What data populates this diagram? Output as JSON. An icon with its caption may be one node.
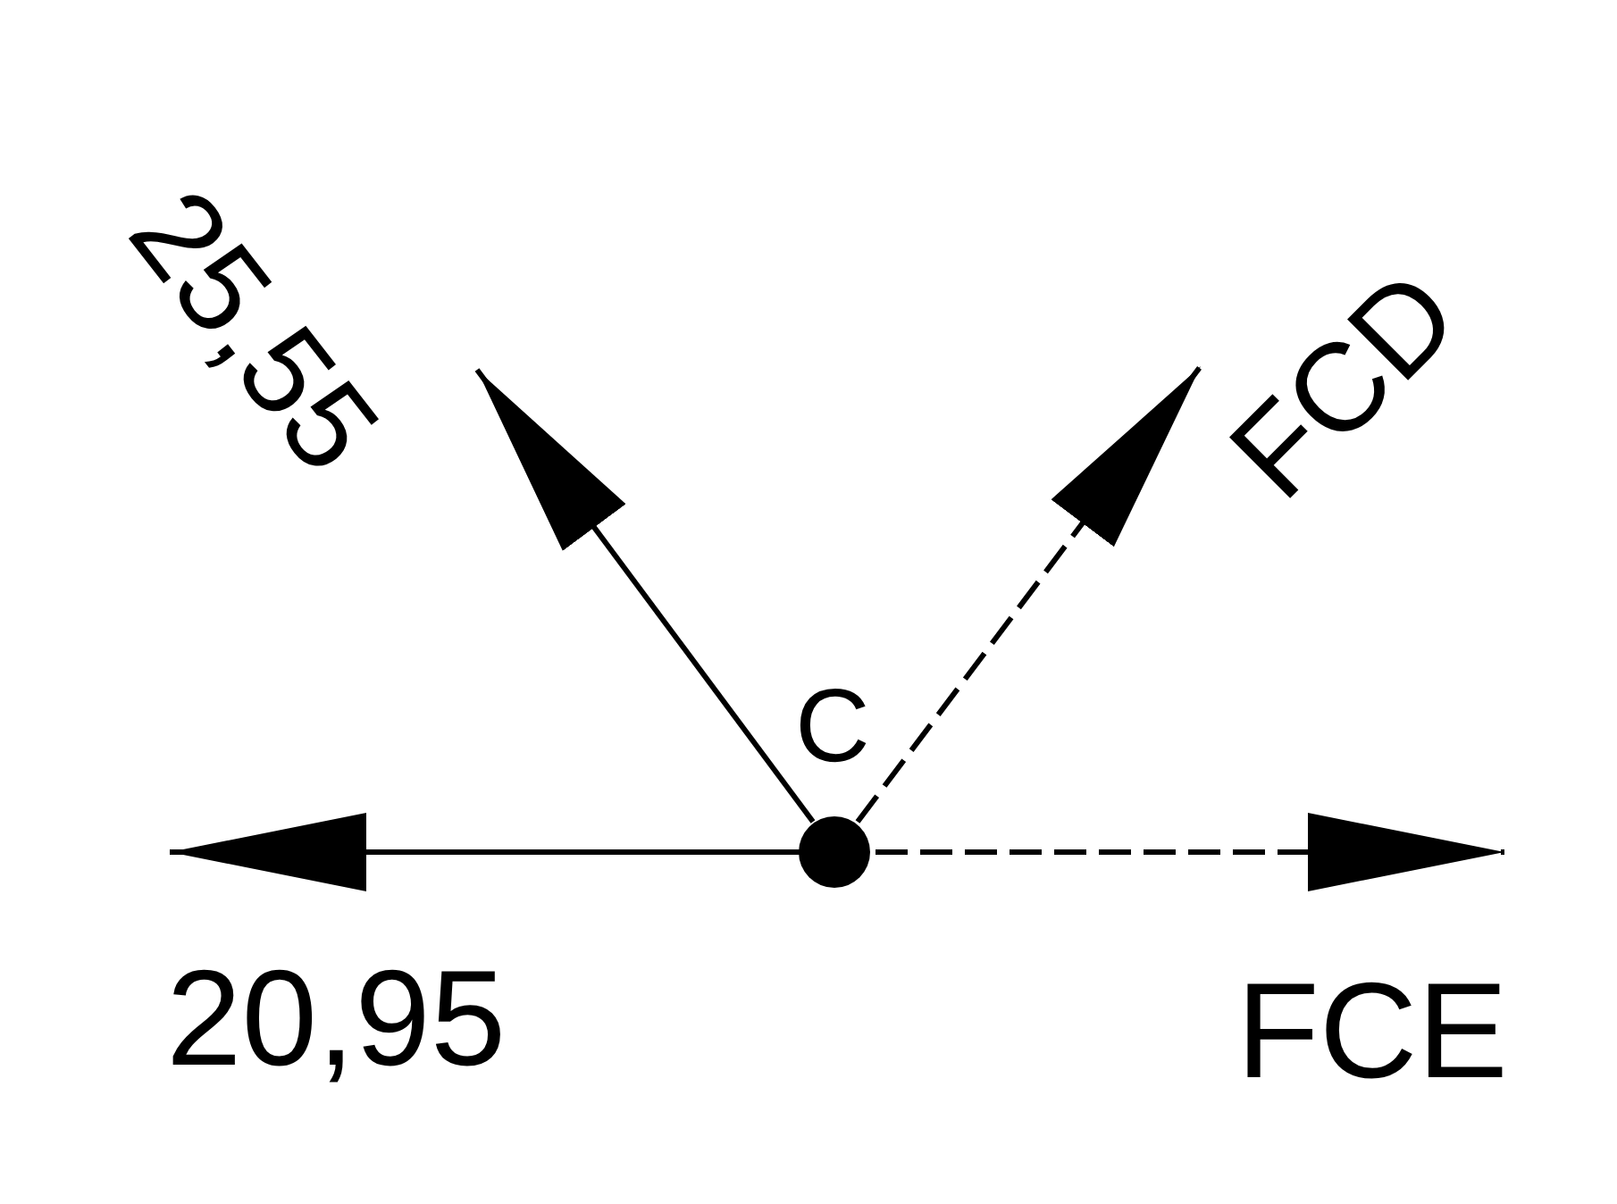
{
  "diagram": {
    "nodes": [
      {
        "text": [],
        "shape": "circle",
        "beside": [
          "C"
        ]
      }
    ],
    "labels": [
      "25,55",
      "FCD",
      "20,95",
      "FCE"
    ]
  }
}
